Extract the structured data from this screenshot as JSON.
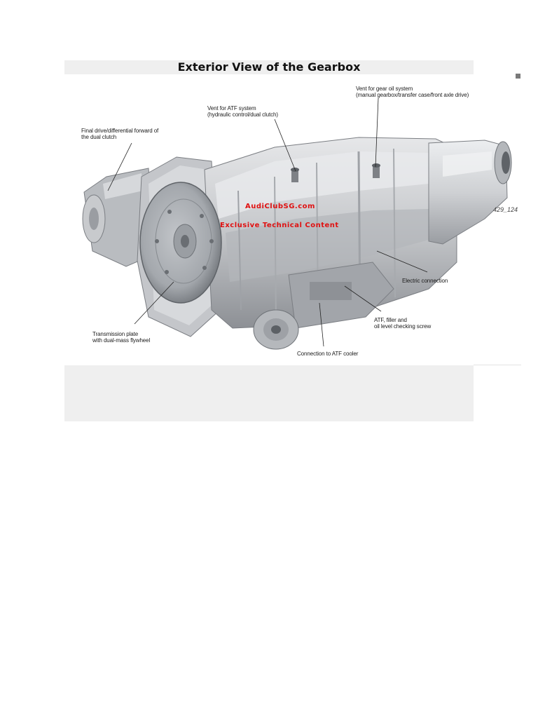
{
  "title": "Exterior View of the Gearbox",
  "labels": {
    "final_drive": [
      "Final drive/differential forward of",
      "the dual clutch"
    ],
    "vent_atf": [
      "Vent for ATF system",
      "(hydraulic control/dual clutch)"
    ],
    "vent_gear_oil": [
      "Vent for gear oil system",
      "(manual gearbox/transfer case/front axle drive)"
    ],
    "figure_code": "429_124",
    "electric": "Electric connection",
    "atf_filler": [
      "ATF, filler and",
      "oil level checking screw"
    ],
    "transmission_plate": [
      "Transmission plate",
      "with dual-mass flywheel"
    ],
    "atf_cooler": "Connection to ATF cooler"
  },
  "watermark": {
    "site": "AudiClubSG.com",
    "note": "Exclusive Technical Content"
  },
  "colors": {
    "title_bar": "#efefef",
    "watermark": "#e01010",
    "metal_light": "#d9dadc",
    "metal_dark": "#8c8f94"
  }
}
